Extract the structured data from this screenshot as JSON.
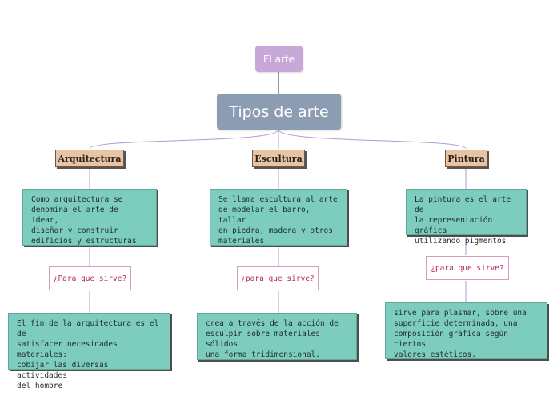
{
  "root_label": "El arte",
  "main_title": "Tipos de arte",
  "branches": [
    {
      "category": "Arquitectura",
      "description": "Como arquitectura se\ndenomina el arte de idear,\ndiseñar y construir\nedificios y estructuras",
      "question": "¿Para que sirve?",
      "answer": "El fin de la arquitectura es el de\nsatisfacer necesidades materiales:\ncobijar las diversas actividades\ndel hombre"
    },
    {
      "category": "Escultura",
      "description": "Se llama escultura al arte\nde modelar el barro, tallar\nen piedra, madera y otros\nmateriales",
      "question": "¿para que sirve?",
      "answer": "crea a través de la acción de\nesculpir sobre materiales sólidos\nuna forma tridimensional."
    },
    {
      "category": "Pintura",
      "description": "La pintura es el arte de\nla representación gráfica\nutilizando pigmentos",
      "question": "¿para que sirve?",
      "answer": "sirve para plasmar, sobre una\nsuperficie determinada, una\ncomposición gráfica según ciertos\nvalores estéticos."
    }
  ],
  "colors": {
    "root": "#c8a8d8",
    "title": "#8c9db3",
    "category": "#e8c4a6",
    "box": "#7dcdbf",
    "question_text": "#b02858",
    "connector": "#b39acb"
  }
}
